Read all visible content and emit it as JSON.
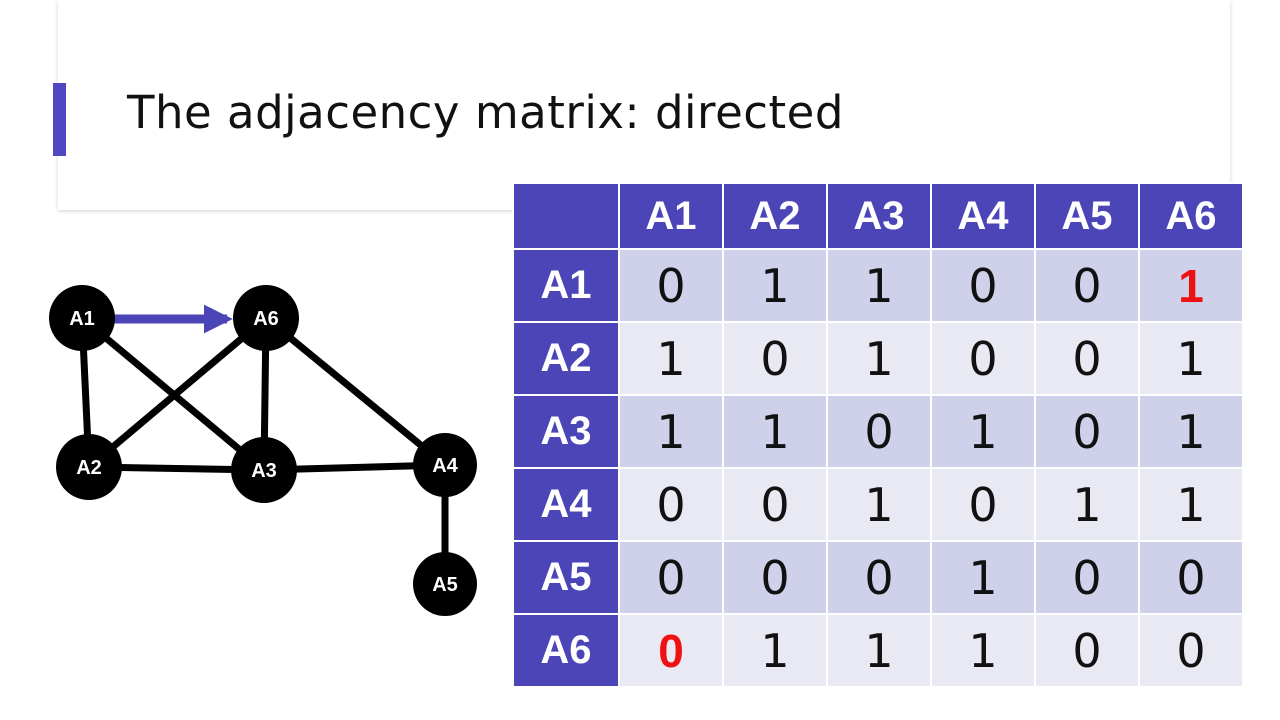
{
  "slide": {
    "title": "The adjacency matrix: directed",
    "accent_color": "#5048c0"
  },
  "graph": {
    "nodes": [
      {
        "id": "A1",
        "label": "A1"
      },
      {
        "id": "A2",
        "label": "A2"
      },
      {
        "id": "A3",
        "label": "A3"
      },
      {
        "id": "A4",
        "label": "A4"
      },
      {
        "id": "A5",
        "label": "A5"
      },
      {
        "id": "A6",
        "label": "A6"
      }
    ],
    "edges": [
      {
        "from": "A1",
        "to": "A6",
        "directed": true,
        "color": "#4b45b8"
      },
      {
        "from": "A1",
        "to": "A2",
        "directed": false
      },
      {
        "from": "A1",
        "to": "A3",
        "directed": false
      },
      {
        "from": "A6",
        "to": "A2",
        "directed": false
      },
      {
        "from": "A6",
        "to": "A3",
        "directed": false
      },
      {
        "from": "A6",
        "to": "A4",
        "directed": false
      },
      {
        "from": "A2",
        "to": "A3",
        "directed": false
      },
      {
        "from": "A3",
        "to": "A4",
        "directed": false
      },
      {
        "from": "A4",
        "to": "A5",
        "directed": false
      }
    ],
    "node_color": "#000000",
    "edge_color": "#000000"
  },
  "matrix": {
    "col_headers": [
      "A1",
      "A2",
      "A3",
      "A4",
      "A5",
      "A6"
    ],
    "rows": [
      {
        "label": "A1",
        "cells": [
          "0",
          "1",
          "1",
          "0",
          "0",
          "1"
        ]
      },
      {
        "label": "A2",
        "cells": [
          "1",
          "0",
          "1",
          "0",
          "0",
          "1"
        ]
      },
      {
        "label": "A3",
        "cells": [
          "1",
          "1",
          "0",
          "1",
          "0",
          "1"
        ]
      },
      {
        "label": "A4",
        "cells": [
          "0",
          "0",
          "1",
          "0",
          "1",
          "1"
        ]
      },
      {
        "label": "A5",
        "cells": [
          "0",
          "0",
          "0",
          "1",
          "0",
          "0"
        ]
      },
      {
        "label": "A6",
        "cells": [
          "0",
          "1",
          "1",
          "1",
          "0",
          "0"
        ]
      }
    ],
    "highlighted_cells": [
      {
        "row": "A1",
        "col": "A6"
      },
      {
        "row": "A6",
        "col": "A1"
      }
    ],
    "highlight_color": "#ee1111",
    "header_color": "#4b45b8",
    "band_dark": "#cfd0ea",
    "band_light": "#e9e9f4"
  }
}
